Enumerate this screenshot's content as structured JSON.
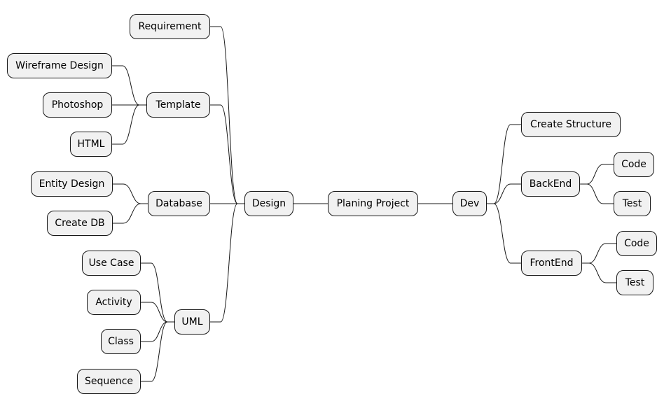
{
  "diagram": {
    "type": "mindmap",
    "root": "Planing Project",
    "colors": {
      "node_fill": "#f1f1f1",
      "node_border": "#181818",
      "edge": "#181818"
    },
    "nodes": [
      {
        "id": "planing-project",
        "label": "Planing Project"
      },
      {
        "id": "design",
        "label": "Design",
        "parent": "planing-project"
      },
      {
        "id": "requirement",
        "label": "Requirement",
        "parent": "design"
      },
      {
        "id": "template",
        "label": "Template",
        "parent": "design"
      },
      {
        "id": "wireframe-design",
        "label": "Wireframe Design",
        "parent": "template"
      },
      {
        "id": "photoshop",
        "label": "Photoshop",
        "parent": "template"
      },
      {
        "id": "html",
        "label": "HTML",
        "parent": "template"
      },
      {
        "id": "database",
        "label": "Database",
        "parent": "design"
      },
      {
        "id": "entity-design",
        "label": "Entity Design",
        "parent": "database"
      },
      {
        "id": "create-db",
        "label": "Create DB",
        "parent": "database"
      },
      {
        "id": "uml",
        "label": "UML",
        "parent": "design"
      },
      {
        "id": "use-case",
        "label": "Use Case",
        "parent": "uml"
      },
      {
        "id": "activity",
        "label": "Activity",
        "parent": "uml"
      },
      {
        "id": "class",
        "label": "Class",
        "parent": "uml"
      },
      {
        "id": "sequence",
        "label": "Sequence",
        "parent": "uml"
      },
      {
        "id": "dev",
        "label": "Dev",
        "parent": "planing-project"
      },
      {
        "id": "create-structure",
        "label": "Create Structure",
        "parent": "dev"
      },
      {
        "id": "backend",
        "label": "BackEnd",
        "parent": "dev"
      },
      {
        "id": "backend-code",
        "label": "Code",
        "parent": "backend"
      },
      {
        "id": "backend-test",
        "label": "Test",
        "parent": "backend"
      },
      {
        "id": "frontend",
        "label": "FrontEnd",
        "parent": "dev"
      },
      {
        "id": "frontend-code",
        "label": "Code",
        "parent": "frontend"
      },
      {
        "id": "frontend-test",
        "label": "Test",
        "parent": "frontend"
      }
    ]
  }
}
